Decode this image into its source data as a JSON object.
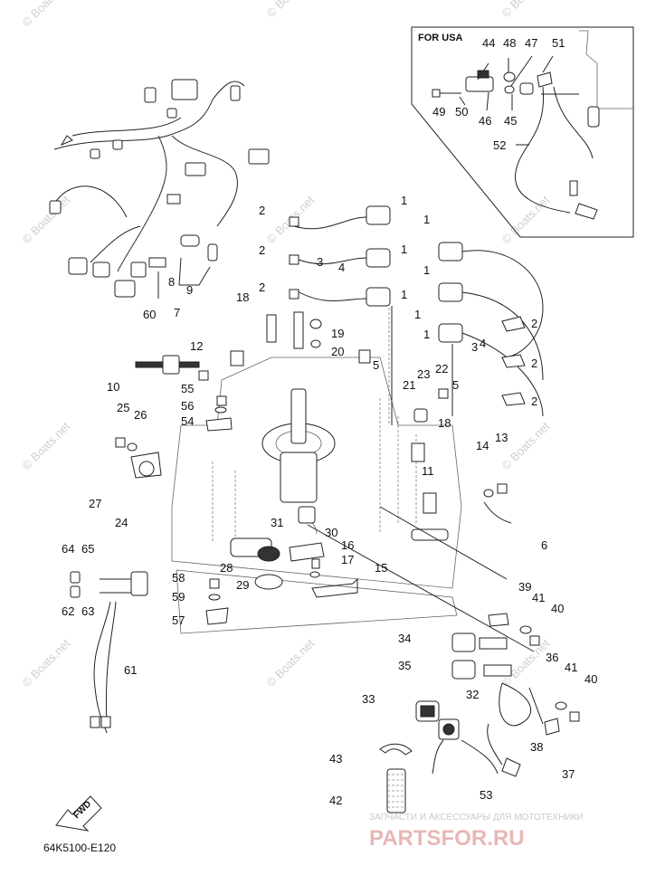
{
  "diagram": {
    "inset_label": "FOR USA",
    "part_code": "64K5100-E120",
    "fwd_label": "FWD",
    "watermark_text": "© Boats.net",
    "brand_subtitle": "ЗАПЧАСТИ И АКСЕССУАРЫ ДЛЯ МОТОТЕХНИКИ",
    "brand_name": "PARTSFOR.RU",
    "colors": {
      "brand": "#e8b7b7",
      "watermark": "#cfcfcf",
      "line": "#222222"
    },
    "callouts": [
      {
        "n": "44"
      },
      {
        "n": "48"
      },
      {
        "n": "47"
      },
      {
        "n": "51"
      },
      {
        "n": "49"
      },
      {
        "n": "50"
      },
      {
        "n": "46"
      },
      {
        "n": "45"
      },
      {
        "n": "52"
      },
      {
        "n": "1"
      },
      {
        "n": "1"
      },
      {
        "n": "1"
      },
      {
        "n": "1"
      },
      {
        "n": "1"
      },
      {
        "n": "1"
      },
      {
        "n": "1"
      },
      {
        "n": "2"
      },
      {
        "n": "2"
      },
      {
        "n": "2"
      },
      {
        "n": "2"
      },
      {
        "n": "2"
      },
      {
        "n": "2"
      },
      {
        "n": "3"
      },
      {
        "n": "4"
      },
      {
        "n": "3"
      },
      {
        "n": "4"
      },
      {
        "n": "5"
      },
      {
        "n": "5"
      },
      {
        "n": "18"
      },
      {
        "n": "19"
      },
      {
        "n": "20"
      },
      {
        "n": "12"
      },
      {
        "n": "10"
      },
      {
        "n": "55"
      },
      {
        "n": "56"
      },
      {
        "n": "54"
      },
      {
        "n": "25"
      },
      {
        "n": "26"
      },
      {
        "n": "27"
      },
      {
        "n": "24"
      },
      {
        "n": "8"
      },
      {
        "n": "9"
      },
      {
        "n": "7"
      },
      {
        "n": "60"
      },
      {
        "n": "23"
      },
      {
        "n": "22"
      },
      {
        "n": "21"
      },
      {
        "n": "18"
      },
      {
        "n": "11"
      },
      {
        "n": "14"
      },
      {
        "n": "13"
      },
      {
        "n": "6"
      },
      {
        "n": "31"
      },
      {
        "n": "30"
      },
      {
        "n": "16"
      },
      {
        "n": "17"
      },
      {
        "n": "15"
      },
      {
        "n": "28"
      },
      {
        "n": "29"
      },
      {
        "n": "58"
      },
      {
        "n": "59"
      },
      {
        "n": "57"
      },
      {
        "n": "64"
      },
      {
        "n": "65"
      },
      {
        "n": "62"
      },
      {
        "n": "63"
      },
      {
        "n": "61"
      },
      {
        "n": "39"
      },
      {
        "n": "41"
      },
      {
        "n": "40"
      },
      {
        "n": "34"
      },
      {
        "n": "35"
      },
      {
        "n": "36"
      },
      {
        "n": "41"
      },
      {
        "n": "40"
      },
      {
        "n": "33"
      },
      {
        "n": "32"
      },
      {
        "n": "38"
      },
      {
        "n": "37"
      },
      {
        "n": "43"
      },
      {
        "n": "42"
      },
      {
        "n": "53"
      }
    ]
  }
}
